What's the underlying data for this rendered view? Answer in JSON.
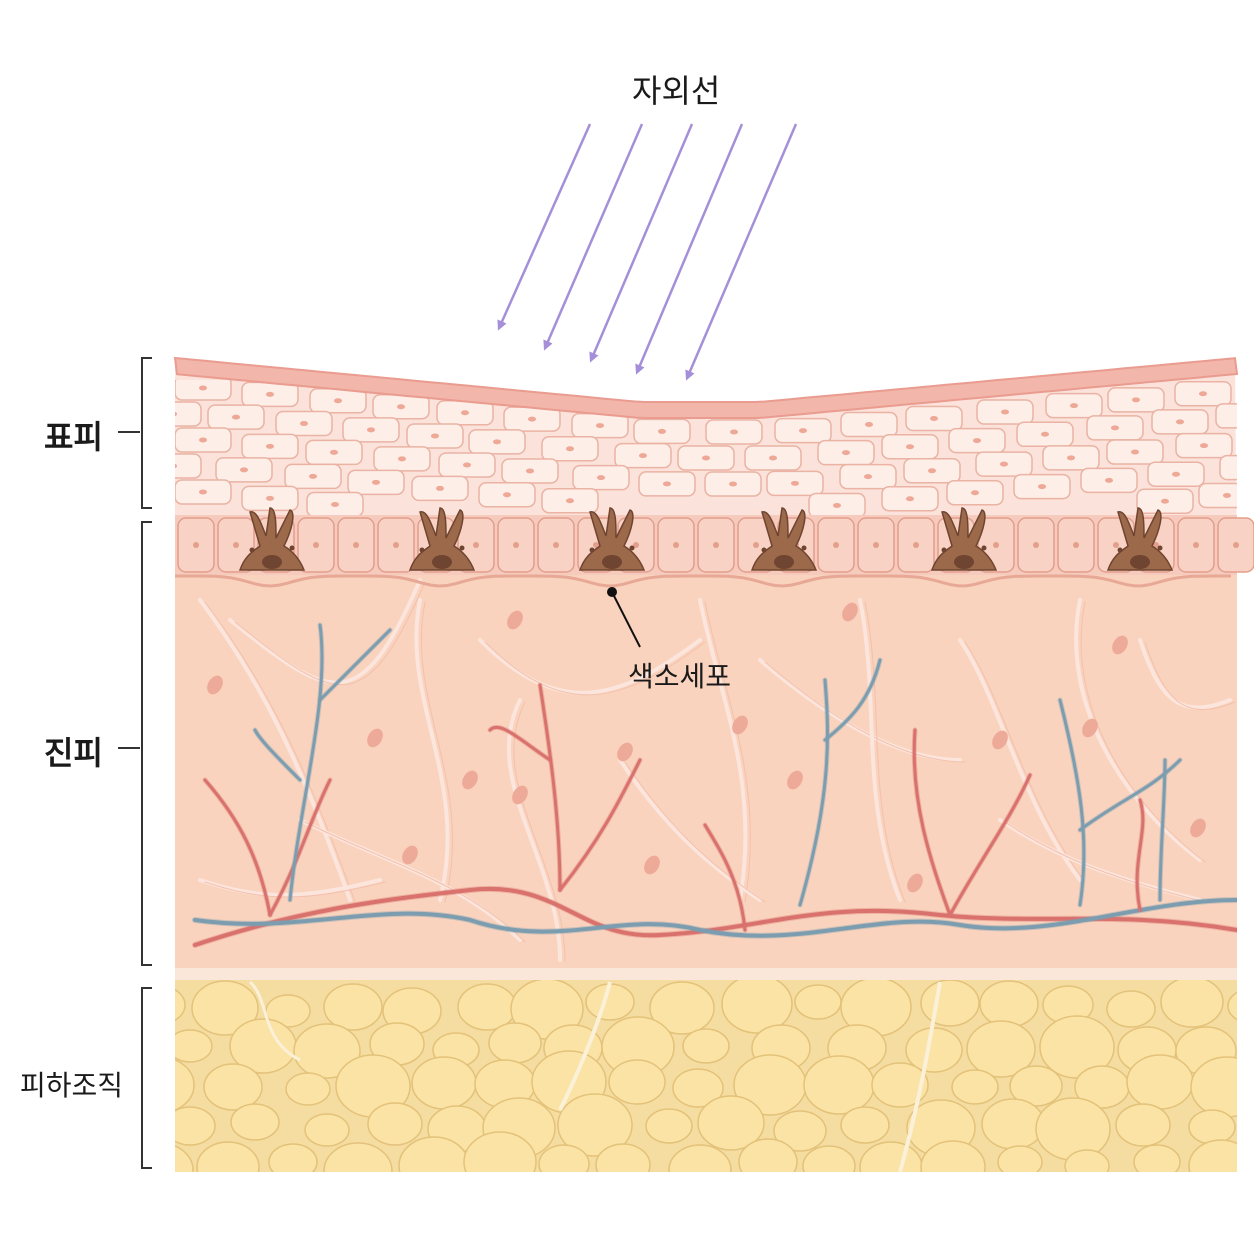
{
  "title": "자외선",
  "layers": [
    {
      "label": "표피"
    },
    {
      "label": "진피"
    },
    {
      "label": "피하조직"
    }
  ],
  "callout": {
    "label": "색소세포"
  },
  "colors": {
    "uv_arrow": "#a58fd8",
    "stratum_corneum": "#f2b6aa",
    "epidermis": "#fbe2da",
    "basal_layer": "#f6cbbd",
    "dermis": "#f9d3bd",
    "subcutis": "#f5dca0",
    "fat_cell": "#fbe3a6",
    "artery": "#d9716d",
    "vein": "#7c9db0",
    "melanocyte": "#9c6a4a",
    "bracket": "#333333"
  },
  "icons": {
    "uv_arrows": "arrow-down-left",
    "melanocyte": "dendritic-cell"
  }
}
